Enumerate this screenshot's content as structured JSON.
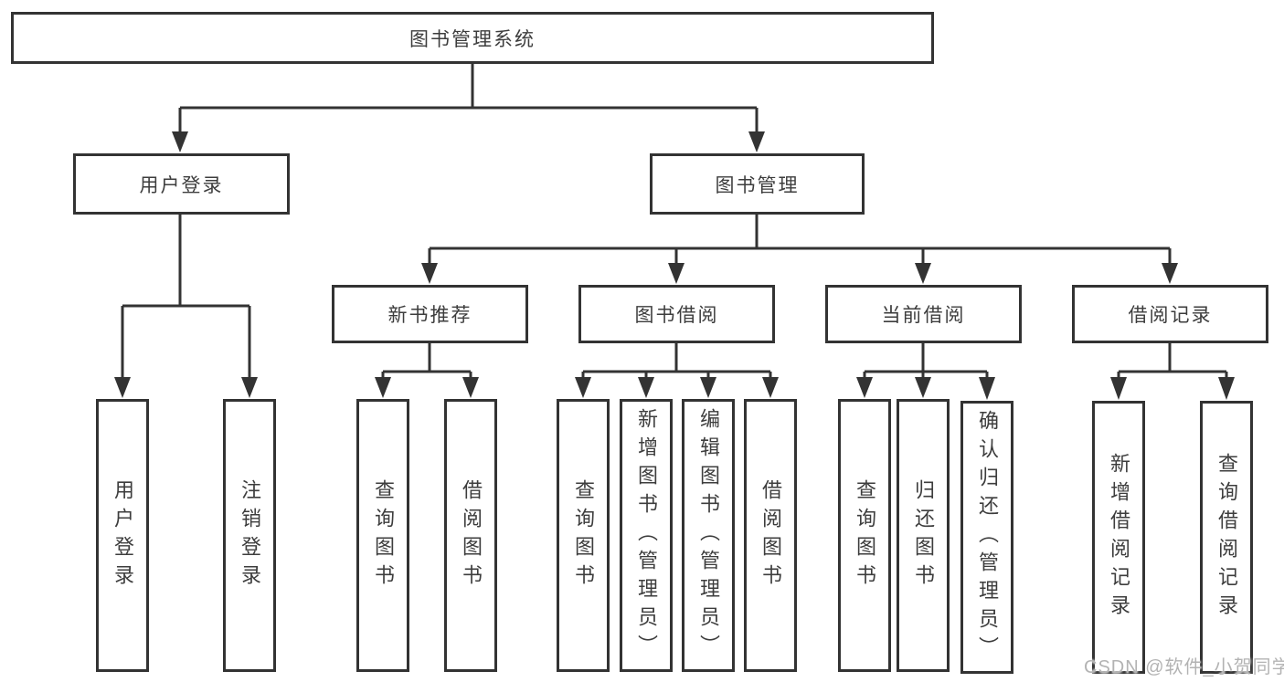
{
  "tree": {
    "root": {
      "label": "图书管理系统",
      "children": [
        {
          "label": "用户登录",
          "children": [
            {
              "label": "用户登录"
            },
            {
              "label": "注销登录"
            }
          ]
        },
        {
          "label": "图书管理",
          "children": [
            {
              "label": "新书推荐",
              "children": [
                {
                  "label": "查询图书"
                },
                {
                  "label": "借阅图书"
                }
              ]
            },
            {
              "label": "图书借阅",
              "children": [
                {
                  "label": "查询图书"
                },
                {
                  "label": "新增图书（管理员）"
                },
                {
                  "label": "编辑图书（管理员）"
                },
                {
                  "label": "借阅图书"
                }
              ]
            },
            {
              "label": "当前借阅",
              "children": [
                {
                  "label": "查询图书"
                },
                {
                  "label": "归还图书"
                },
                {
                  "label": "确认归还（管理员）"
                }
              ]
            },
            {
              "label": "借阅记录",
              "children": [
                {
                  "label": "新增借阅记录"
                },
                {
                  "label": "查询借阅记录"
                }
              ]
            }
          ]
        }
      ]
    }
  },
  "watermark": {
    "text": "CSDN @软件_小贺同学"
  },
  "colors": {
    "line": "#333333",
    "box_border": "#333333",
    "text": "#3d3d3d",
    "background": "#ffffff",
    "watermark": "#b3b3b3"
  }
}
